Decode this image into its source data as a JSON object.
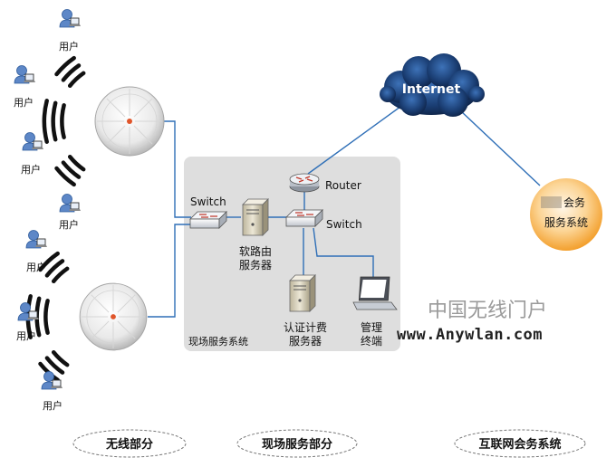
{
  "labels": {
    "user": "用户",
    "switch": "Switch",
    "router": "Router",
    "internet": "Internet",
    "soft_router_l1": "软路由",
    "soft_router_l2": "服务器",
    "auth_l1": "认证计费",
    "auth_l2": "服务器",
    "mgmt_l1": "管理",
    "mgmt_l2": "终端",
    "onsite_system": "现场服务系统",
    "conf_l1": "会务",
    "conf_l2": "服务系统",
    "watermark_cn": "中国无线门户",
    "watermark_url": "www.Anywlan.com"
  },
  "sections": {
    "wireless": "无线部分",
    "onsite": "现场服务部分",
    "internet": "互联网会务系统"
  },
  "colors": {
    "link": "#2f6fb7",
    "panel": "#dedede",
    "cloud_dark": "#10284f",
    "conf_orange": "#f6a431",
    "wave": "#111111"
  },
  "icons": {
    "user": "user-with-laptop-icon",
    "ap": "wireless-access-point-icon",
    "switch": "switch-icon",
    "router": "router-icon",
    "server": "server-tower-icon",
    "laptop": "laptop-icon",
    "cloud": "internet-cloud-icon"
  }
}
